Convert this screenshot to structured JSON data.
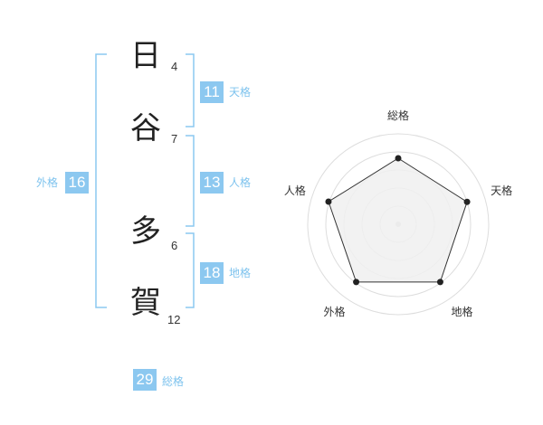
{
  "name": {
    "chars": [
      {
        "char": "日",
        "strokes": "4"
      },
      {
        "char": "谷",
        "strokes": "7"
      },
      {
        "char": "多",
        "strokes": "6"
      },
      {
        "char": "賀",
        "strokes": "12"
      }
    ]
  },
  "fortunes": {
    "tenkaku": {
      "value": "11",
      "label": "天格"
    },
    "jinkaku": {
      "value": "13",
      "label": "人格"
    },
    "chikaku": {
      "value": "18",
      "label": "地格"
    },
    "gaikaku": {
      "value": "16",
      "label": "外格"
    },
    "soukaku": {
      "value": "29",
      "label": "総格"
    }
  },
  "colors": {
    "accent": "#8cc8f0",
    "bracket": "#8cc8f0",
    "radar_fill": "#f0f0f0",
    "ring": "#dddddd"
  },
  "chart_data": {
    "type": "radar",
    "axes": [
      "総格",
      "天格",
      "地格",
      "外格",
      "人格"
    ],
    "values": [
      0.73,
      0.8,
      0.79,
      0.79,
      0.81
    ],
    "range": [
      0,
      1
    ],
    "rings": 5
  }
}
